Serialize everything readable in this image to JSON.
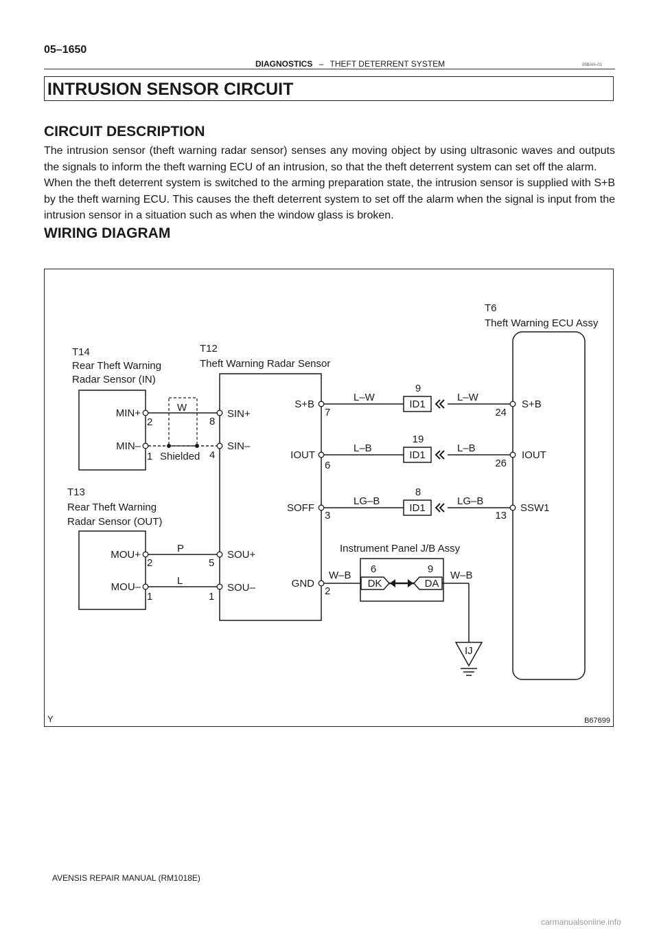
{
  "page_number": "05–1650",
  "running_header": {
    "section": "DIAGNOSTICS",
    "separator": "–",
    "subsection": "THEFT DETERRENT SYSTEM"
  },
  "ref_code": "05BAH–01",
  "title": "INTRUSION SENSOR CIRCUIT",
  "circuit_description": {
    "heading": "CIRCUIT DESCRIPTION",
    "paragraphs": [
      "The intrusion sensor (theft warning radar sensor) senses any moving object by using ultrasonic waves and outputs the signals to inform the theft warning ECU of an intrusion, so that the theft deterrent system can set off the alarm.",
      "When the theft deterrent system is switched to the arming preparation state, the intrusion sensor is supplied with S+B by the theft warning ECU. This causes the theft deterrent system to set off the alarm when the signal is input from the intrusion sensor in a situation such as when the window glass is broken."
    ]
  },
  "wiring_diagram": {
    "heading": "WIRING DIAGRAM",
    "figure_id": "B67699",
    "corner_mark": "Y",
    "components": {
      "t14": {
        "code": "T14",
        "name_l1": "Rear Theft Warning",
        "name_l2": "Radar Sensor (IN)"
      },
      "t13": {
        "code": "T13",
        "name_l1": "Rear Theft Warning",
        "name_l2": "Radar Sensor (OUT)"
      },
      "t12": {
        "code": "T12",
        "name": "Theft Warning Radar Sensor"
      },
      "t6": {
        "code": "T6",
        "name": "Theft Warning ECU Assy"
      },
      "jb": {
        "name": "Instrument Panel J/B Assy"
      },
      "ground": {
        "label": "IJ"
      }
    },
    "terminals": {
      "min_plus": "MIN+",
      "min_minus": "MIN–",
      "mou_plus": "MOU+",
      "mou_minus": "MOU–",
      "sin_plus": "SIN+",
      "sin_minus": "SIN–",
      "sou_plus": "SOU+",
      "sou_minus": "SOU–",
      "t12_sb": "S+B",
      "t12_iout": "IOUT",
      "t12_soff": "SOFF",
      "t12_gnd": "GND",
      "t6_sb": "S+B",
      "t6_iout": "IOUT",
      "t6_ssw1": "SSW1"
    },
    "pins": {
      "t14_min_plus": "2",
      "t14_min_minus": "1",
      "t12_sin_plus": "8",
      "t12_sin_minus": "4",
      "t13_mou_plus": "2",
      "t13_mou_minus": "1",
      "t12_sou_plus": "5",
      "t12_sou_minus": "1",
      "t12_sb": "7",
      "t12_iout": "6",
      "t12_soff": "3",
      "t12_gnd": "2",
      "t6_sb": "24",
      "t6_iout": "26",
      "t6_ssw1": "13",
      "id1_sb": "9",
      "id1_iout": "19",
      "id1_soff": "8",
      "dk": "6",
      "da": "9"
    },
    "connectors": {
      "id1": "ID1",
      "dk": "DK",
      "da": "DA"
    },
    "wires": {
      "min_plus": "W",
      "shield": "Shielded",
      "mou_plus": "P",
      "mou_minus": "L",
      "sb": "L–W",
      "iout": "L–B",
      "soff": "LG–B",
      "gnd": "W–B"
    }
  },
  "footer": "AVENSIS REPAIR MANUAL   (RM1018E)",
  "watermark": "carmanualsonline.info"
}
